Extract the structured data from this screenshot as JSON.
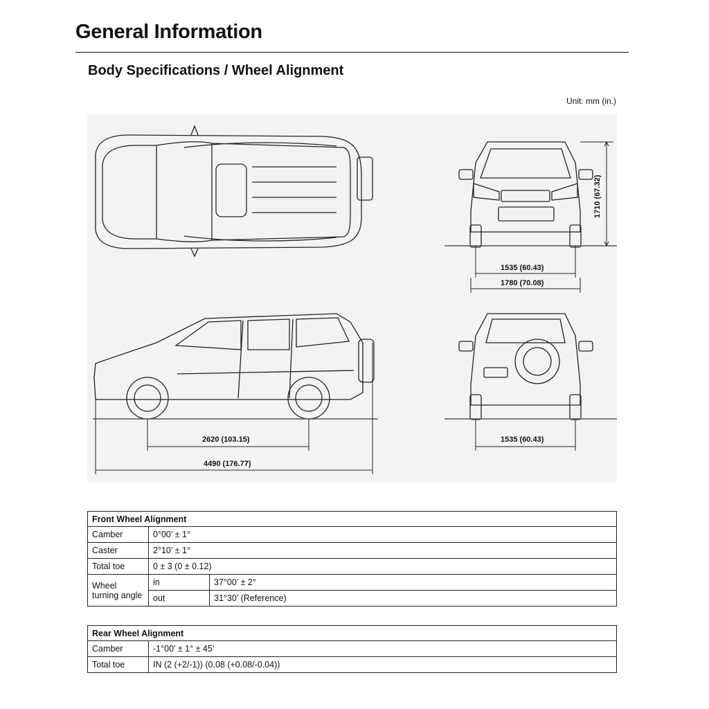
{
  "header": {
    "title": "General Information",
    "section": "Body Specifications / Wheel Alignment",
    "unit": "Unit: mm (in.)"
  },
  "figure": {
    "dims": {
      "height": "1710 (67.32)",
      "front_tread": "1535 (60.43)",
      "width": "1780 (70.08)",
      "wheelbase": "2620 (103.15)",
      "length": "4490 (176.77)",
      "rear_tread": "1535 (60.43)"
    }
  },
  "front_alignment": {
    "title": "Front Wheel Alignment",
    "camber_label": "Camber",
    "camber_value": "0°00’ ± 1°",
    "caster_label": "Caster",
    "caster_value": "2°10’ ± 1°",
    "toe_label": "Total toe",
    "toe_value": "0 ± 3 (0 ± 0.12)",
    "turning_label_line1": "Wheel",
    "turning_label_line2": "turning angle",
    "in_label": "in",
    "in_value": "37°00’ ± 2°",
    "out_label": "out",
    "out_value": "31°30’ (Reference)"
  },
  "rear_alignment": {
    "title": "Rear Wheel Alignment",
    "camber_label": "Camber",
    "camber_value": "-1°00’ ± 1° ± 45’",
    "toe_label": "Total toe",
    "toe_value": "IN (2 (+2/-1)) (0.08 (+0.08/-0.04))"
  }
}
